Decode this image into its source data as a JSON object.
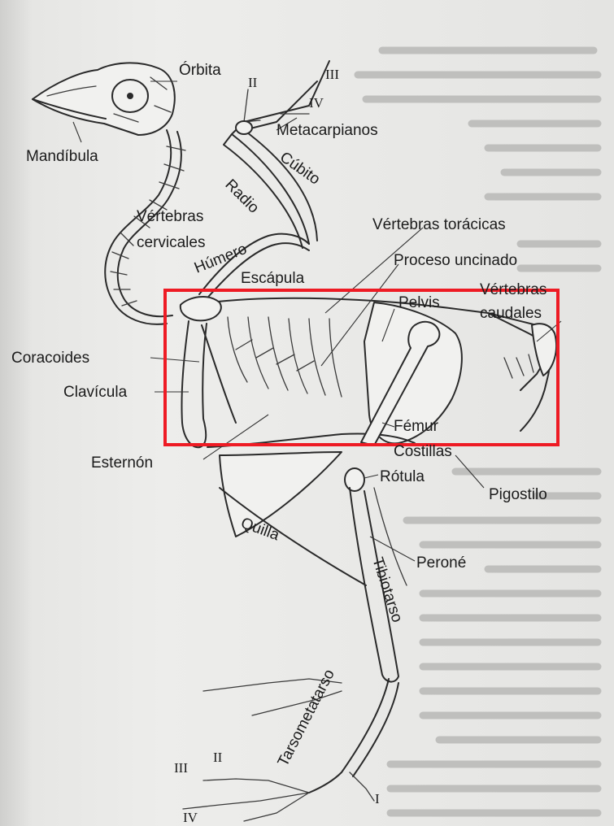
{
  "labels": {
    "orbita": "Órbita",
    "mandibula": "Mandíbula",
    "metacarpianos": "Metacarpianos",
    "cubito": "Cúbito",
    "radio": "Radio",
    "vertebras_cervicales_1": "Vértebras",
    "vertebras_cervicales_2": "cervicales",
    "humero": "Húmero",
    "escapula": "Escápula",
    "vertebras_toracicas": "Vértebras torácicas",
    "proceso_uncinado": "Proceso uncinado",
    "pelvis": "Pelvis",
    "vertebras_caudales_1": "Vértebras",
    "vertebras_caudales_2": "caudales",
    "coracoides": "Coracoides",
    "clavicula": "Clavícula",
    "femur": "Fémur",
    "costillas": "Costillas",
    "esternon": "Esternón",
    "rotula": "Rótula",
    "pigostilo": "Pigostilo",
    "quilla": "Quilla",
    "perone": "Peroné",
    "tibiotarso": "Tibiotarso",
    "tarsometatarso": "Tarsometatarso"
  },
  "wing_digits": {
    "d2": "II",
    "d3": "III",
    "d4": "IV"
  },
  "foot_digits": {
    "d1": "I",
    "d2": "II",
    "d3": "III",
    "d4": "IV"
  },
  "highlight": {
    "color": "#ee1b24"
  },
  "colors": {
    "ink": "#1b1b1b",
    "paper": "#ededeb"
  }
}
